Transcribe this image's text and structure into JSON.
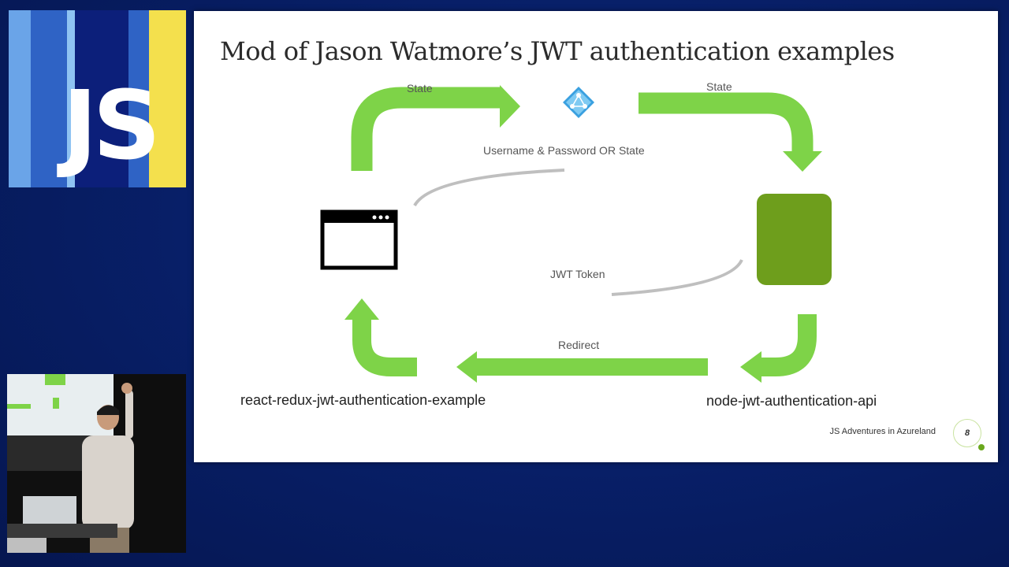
{
  "logo": {
    "text": "JS"
  },
  "slide": {
    "title": "Mod of Jason Watmore’s JWT authentication examples",
    "labels": {
      "state_left": "State",
      "state_right": "State",
      "username_password": "Username & Password OR State",
      "jwt_token": "JWT Token",
      "redirect": "Redirect"
    },
    "client_name": "react-redux-jwt-authentication-example",
    "api_name": "node-jwt-authentication-api",
    "footer": "JS Adventures in Azureland",
    "page_number": "8"
  },
  "colors": {
    "arrow": "#7ed348",
    "server": "#6e9e1c",
    "background": "#0a2268",
    "logo_stripes": [
      "#6aa4e8",
      "#2f63c5",
      "#8fc3f2",
      "#0c1f7a",
      "#2f63c5",
      "#f4e04d"
    ]
  },
  "icons": {
    "identity_provider": "azure-ad-icon",
    "browser": "browser-window-icon",
    "server": "server-icon"
  }
}
